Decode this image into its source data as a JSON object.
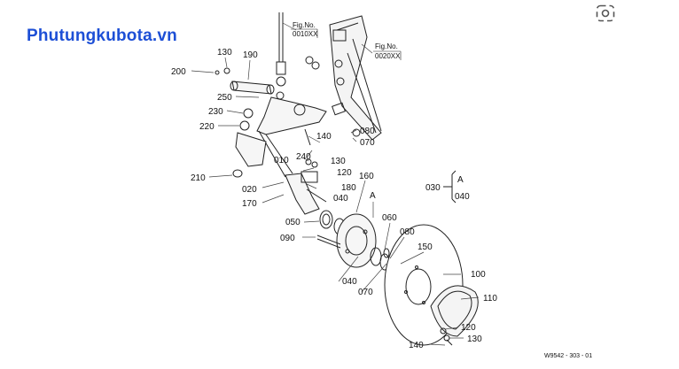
{
  "brand": "Phutungkubota.vn",
  "figure_refs": [
    {
      "text_top": "Fig.No.",
      "text_bottom": "0010XX"
    },
    {
      "text_top": "Fig.No.",
      "text_bottom": "0020XX"
    }
  ],
  "parts": [
    {
      "id": "200",
      "label": "200"
    },
    {
      "id": "130a",
      "label": "130"
    },
    {
      "id": "190",
      "label": "190"
    },
    {
      "id": "250",
      "label": "250"
    },
    {
      "id": "230",
      "label": "230"
    },
    {
      "id": "220",
      "label": "220"
    },
    {
      "id": "140a",
      "label": "140"
    },
    {
      "id": "080a",
      "label": "080"
    },
    {
      "id": "070a",
      "label": "070"
    },
    {
      "id": "010",
      "label": "010"
    },
    {
      "id": "240",
      "label": "240"
    },
    {
      "id": "130b",
      "label": "130"
    },
    {
      "id": "120a",
      "label": "120"
    },
    {
      "id": "160",
      "label": "160"
    },
    {
      "id": "210",
      "label": "210"
    },
    {
      "id": "180",
      "label": "180"
    },
    {
      "id": "020",
      "label": "020"
    },
    {
      "id": "170",
      "label": "170"
    },
    {
      "id": "040a",
      "label": "040"
    },
    {
      "id": "050",
      "label": "050"
    },
    {
      "id": "060",
      "label": "060"
    },
    {
      "id": "090",
      "label": "090"
    },
    {
      "id": "080b",
      "label": "080"
    },
    {
      "id": "150",
      "label": "150"
    },
    {
      "id": "100",
      "label": "100"
    },
    {
      "id": "040b",
      "label": "040"
    },
    {
      "id": "070b",
      "label": "070"
    },
    {
      "id": "110",
      "label": "110"
    },
    {
      "id": "120b",
      "label": "120"
    },
    {
      "id": "130c",
      "label": "130"
    },
    {
      "id": "140b",
      "label": "140"
    },
    {
      "id": "030",
      "label": "030"
    },
    {
      "id": "A1",
      "label": "A"
    },
    {
      "id": "040c",
      "label": "040"
    }
  ],
  "ref_mark": "A",
  "drawing_code": "W9542 - 303 - 01",
  "icons": {
    "search": "lens-search-icon"
  },
  "colors": {
    "brand": "#1d4fd6",
    "line": "#222222"
  }
}
